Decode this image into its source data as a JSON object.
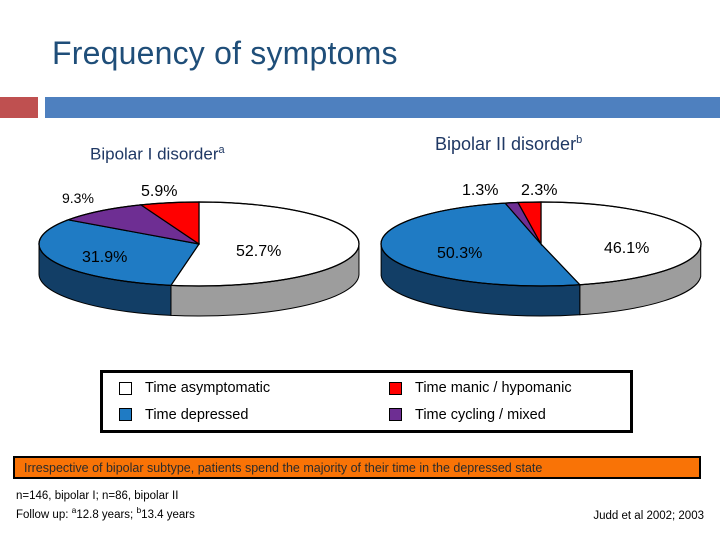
{
  "slide": {
    "title": "Frequency of symptoms",
    "accent_red": "#BF5050",
    "accent_blue": "#4E80BF",
    "title_color": "#1F4E79"
  },
  "charts": [
    {
      "heading": "Bipolar I disorder",
      "heading_sup": "a",
      "labels": {
        "asymptomatic": "52.7%",
        "depressed": "31.9%",
        "cycling": "9.3%",
        "manic": "5.9%"
      }
    },
    {
      "heading": "Bipolar II disorder",
      "heading_sup": "b",
      "labels": {
        "asymptomatic": "46.1%",
        "depressed": "50.3%",
        "cycling": "1.3%",
        "manic": "2.3%"
      }
    }
  ],
  "legend": {
    "items": [
      {
        "label": "Time asymptomatic",
        "color": "#FFFFFF",
        "side": "#9D9D9D"
      },
      {
        "label": "Time manic / hypomanic",
        "color": "#FF0000",
        "side": "#A30000"
      },
      {
        "label": "Time depressed",
        "color": "#1F7BC4",
        "side": "#123E66"
      },
      {
        "label": "Time cycling / mixed",
        "color": "#6E2E93",
        "side": "#431A59"
      }
    ]
  },
  "banner": {
    "text": "Irrespective of bipolar subtype, patients spend the majority of their time in the depressed state",
    "background": "#F97306",
    "text_color": "#2B2B2B"
  },
  "footnotes": {
    "line1": "n=146, bipolar I; n=86, bipolar II",
    "line2_prefix": "Follow up: ",
    "line2_sup_a": "a",
    "line2_mid": "12.8 years; ",
    "line2_sup_b": "b",
    "line2_suffix": "13.4 years"
  },
  "citation": "Judd et al 2002; 2003",
  "chart_data": [
    {
      "type": "pie",
      "title": "Bipolar I disorder",
      "categories": [
        "Time asymptomatic",
        "Time depressed",
        "Time cycling / mixed",
        "Time manic / hypomanic"
      ],
      "values": [
        52.7,
        31.9,
        9.3,
        5.9
      ],
      "value_labels": [
        "52.7%",
        "31.9%",
        "9.3%",
        "5.9%"
      ],
      "colors": [
        "#FFFFFF",
        "#1F7BC4",
        "#6E2E93",
        "#FF0000"
      ],
      "units": "percent of time",
      "n": 146,
      "follow_up_years": 12.8,
      "three_d": true,
      "legend_position": "bottom"
    },
    {
      "type": "pie",
      "title": "Bipolar II disorder",
      "categories": [
        "Time asymptomatic",
        "Time depressed",
        "Time cycling / mixed",
        "Time manic / hypomanic"
      ],
      "values": [
        46.1,
        50.3,
        1.3,
        2.3
      ],
      "value_labels": [
        "46.1%",
        "50.3%",
        "1.3%",
        "2.3%"
      ],
      "colors": [
        "#FFFFFF",
        "#1F7BC4",
        "#6E2E93",
        "#FF0000"
      ],
      "units": "percent of time",
      "n": 86,
      "follow_up_years": 13.4,
      "three_d": true,
      "legend_position": "bottom"
    }
  ]
}
